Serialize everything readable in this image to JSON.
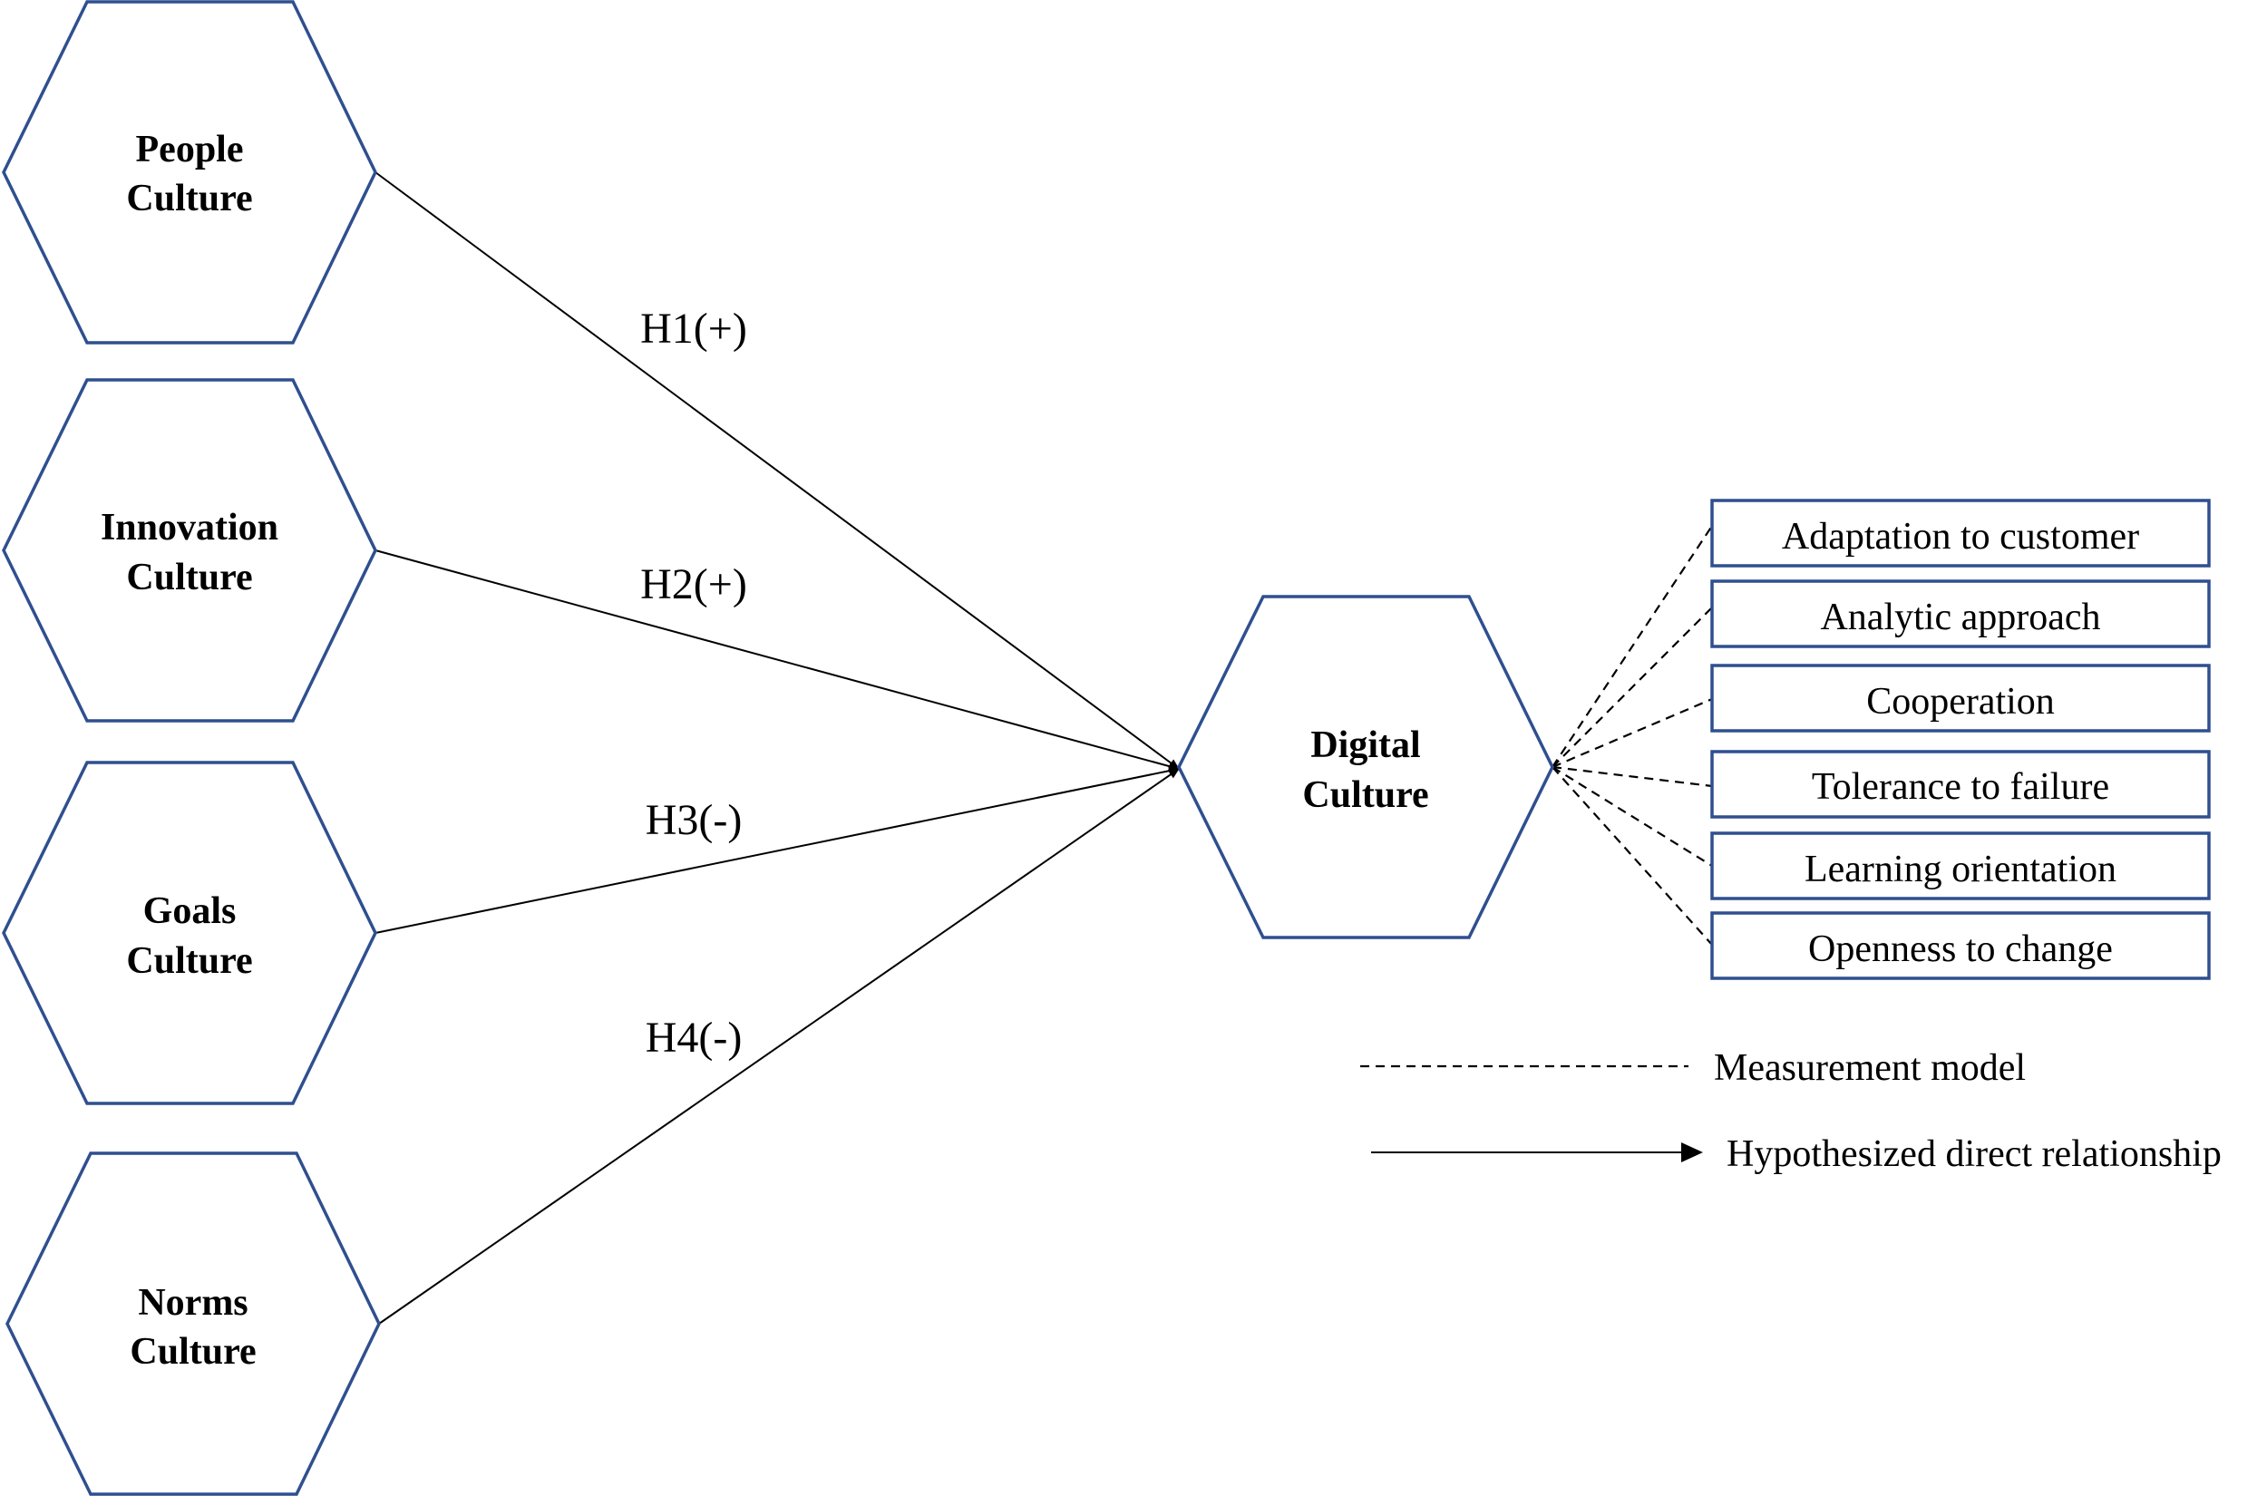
{
  "constructs": {
    "people": {
      "line1": "People",
      "line2": "Culture"
    },
    "innovation": {
      "line1": "Innovation",
      "line2": "Culture"
    },
    "goals": {
      "line1": "Goals",
      "line2": "Culture"
    },
    "norms": {
      "line1": "Norms",
      "line2": "Culture"
    },
    "digital": {
      "line1": "Digital",
      "line2": "Culture"
    }
  },
  "hypotheses": [
    {
      "id": "H1",
      "label": "H1(+)",
      "from": "people"
    },
    {
      "id": "H2",
      "label": "H2(+)",
      "from": "innovation"
    },
    {
      "id": "H3",
      "label": "H3(-)",
      "from": "goals"
    },
    {
      "id": "H4",
      "label": "H4(-)",
      "from": "norms"
    }
  ],
  "indicators": [
    "Adaptation to customer",
    "Analytic approach",
    "Cooperation",
    "Tolerance to failure",
    "Learning orientation",
    "Openness to change"
  ],
  "legend": {
    "measurement": "Measurement model",
    "direct": "Hypothesized direct relationship"
  },
  "colors": {
    "shape_stroke": "#2f4f8f",
    "line": "#000000"
  }
}
